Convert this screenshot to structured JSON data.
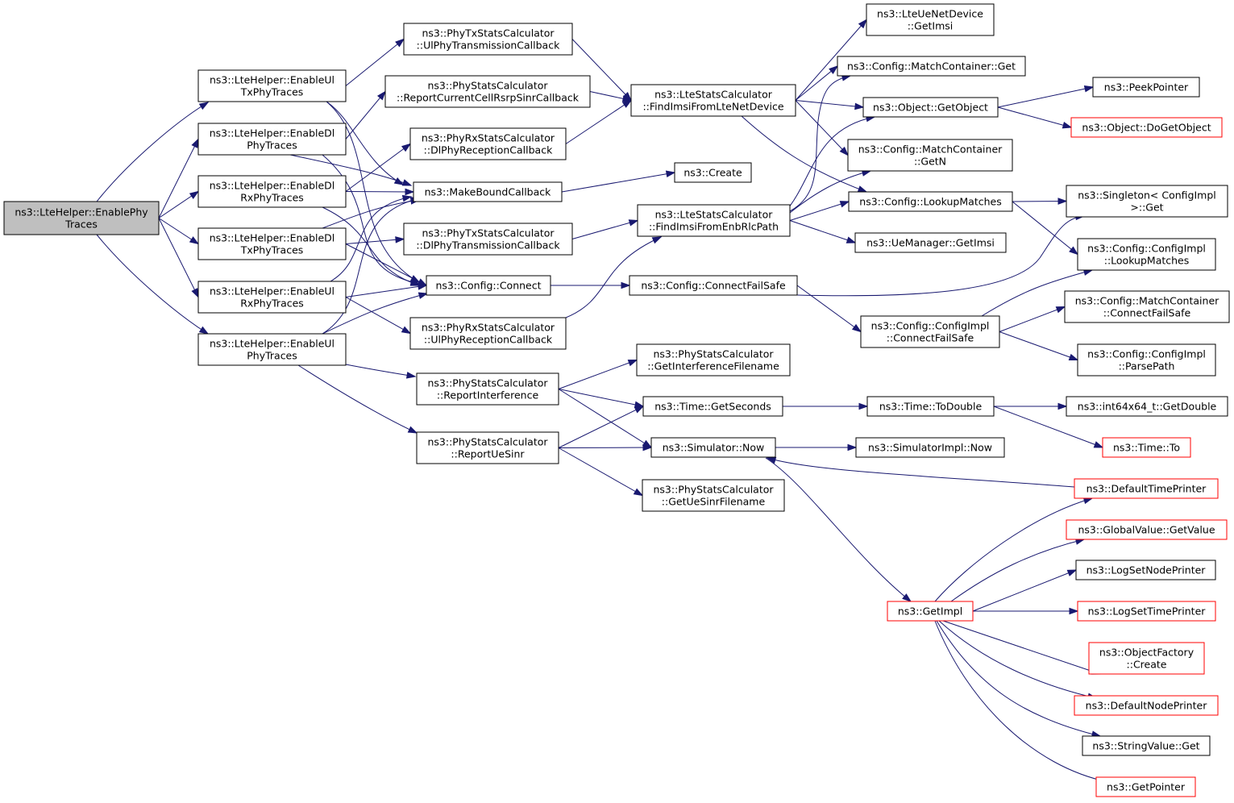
{
  "colors": {
    "edge": "#191970",
    "root_fill": "#bfbfbf",
    "truncated_border": "#ff0000"
  },
  "nodes": [
    {
      "id": "root",
      "lines": [
        "ns3::LteHelper::EnablePhy",
        "Traces"
      ],
      "root": true
    },
    {
      "id": "ulTxPhy",
      "lines": [
        "ns3::LteHelper::EnableUl",
        "TxPhyTraces"
      ]
    },
    {
      "id": "dlPhy",
      "lines": [
        "ns3::LteHelper::EnableDl",
        "PhyTraces"
      ]
    },
    {
      "id": "dlRxPhy",
      "lines": [
        "ns3::LteHelper::EnableDl",
        "RxPhyTraces"
      ]
    },
    {
      "id": "dlTxPhy",
      "lines": [
        "ns3::LteHelper::EnableDl",
        "TxPhyTraces"
      ]
    },
    {
      "id": "ulRxPhy",
      "lines": [
        "ns3::LteHelper::EnableUl",
        "RxPhyTraces"
      ]
    },
    {
      "id": "ulPhy",
      "lines": [
        "ns3::LteHelper::EnableUl",
        "PhyTraces"
      ]
    },
    {
      "id": "ulTxCb",
      "lines": [
        "ns3::PhyTxStatsCalculator",
        "::UlPhyTransmissionCallback"
      ]
    },
    {
      "id": "rsrpCb",
      "lines": [
        "ns3::PhyStatsCalculator",
        "::ReportCurrentCellRsrpSinrCallback"
      ]
    },
    {
      "id": "dlRxCb",
      "lines": [
        "ns3::PhyRxStatsCalculator",
        "::DlPhyReceptionCallback"
      ]
    },
    {
      "id": "makeBound",
      "lines": [
        "ns3::MakeBoundCallback"
      ]
    },
    {
      "id": "dlTxCb",
      "lines": [
        "ns3::PhyTxStatsCalculator",
        "::DlPhyTransmissionCallback"
      ]
    },
    {
      "id": "cfgConnect",
      "lines": [
        "ns3::Config::Connect"
      ]
    },
    {
      "id": "ulRxCb",
      "lines": [
        "ns3::PhyRxStatsCalculator",
        "::UlPhyReceptionCallback"
      ]
    },
    {
      "id": "reportInterf",
      "lines": [
        "ns3::PhyStatsCalculator",
        "::ReportInterference"
      ]
    },
    {
      "id": "reportUeSinr",
      "lines": [
        "ns3::PhyStatsCalculator",
        "::ReportUeSinr"
      ]
    },
    {
      "id": "findImsiLte",
      "lines": [
        "ns3::LteStatsCalculator",
        "::FindImsiFromLteNetDevice"
      ]
    },
    {
      "id": "create",
      "lines": [
        "ns3::Create"
      ]
    },
    {
      "id": "findImsiEnb",
      "lines": [
        "ns3::LteStatsCalculator",
        "::FindImsiFromEnbRlcPath"
      ]
    },
    {
      "id": "connectFailSafe",
      "lines": [
        "ns3::Config::ConnectFailSafe"
      ]
    },
    {
      "id": "getInterfFile",
      "lines": [
        "ns3::PhyStatsCalculator",
        "::GetInterferenceFilename"
      ]
    },
    {
      "id": "getSeconds",
      "lines": [
        "ns3::Time::GetSeconds"
      ]
    },
    {
      "id": "simNow",
      "lines": [
        "ns3::Simulator::Now"
      ]
    },
    {
      "id": "getUeSinrFile",
      "lines": [
        "ns3::PhyStatsCalculator",
        "::GetUeSinrFilename"
      ]
    },
    {
      "id": "lteUeGetImsi",
      "lines": [
        "ns3::LteUeNetDevice",
        "::GetImsi"
      ]
    },
    {
      "id": "mcGet",
      "lines": [
        "ns3::Config::MatchContainer::Get"
      ]
    },
    {
      "id": "getObject",
      "lines": [
        "ns3::Object::GetObject"
      ]
    },
    {
      "id": "mcGetN",
      "lines": [
        "ns3::Config::MatchContainer",
        "::GetN"
      ]
    },
    {
      "id": "lookupMatches",
      "lines": [
        "ns3::Config::LookupMatches"
      ]
    },
    {
      "id": "ueMgrGetImsi",
      "lines": [
        "ns3::UeManager::GetImsi"
      ]
    },
    {
      "id": "implConnectFS",
      "lines": [
        "ns3::Config::ConfigImpl",
        "::ConnectFailSafe"
      ]
    },
    {
      "id": "toDouble",
      "lines": [
        "ns3::Time::ToDouble"
      ]
    },
    {
      "id": "simImplNow",
      "lines": [
        "ns3::SimulatorImpl::Now"
      ]
    },
    {
      "id": "getImpl",
      "lines": [
        "ns3::GetImpl"
      ],
      "truncated": true
    },
    {
      "id": "peekPointer",
      "lines": [
        "ns3::PeekPointer"
      ]
    },
    {
      "id": "doGetObject",
      "lines": [
        "ns3::Object::DoGetObject"
      ],
      "truncated": true
    },
    {
      "id": "singletonGet",
      "lines": [
        "ns3::Singleton< ConfigImpl",
        ">::Get"
      ]
    },
    {
      "id": "implLookup",
      "lines": [
        "ns3::Config::ConfigImpl",
        "::LookupMatches"
      ]
    },
    {
      "id": "mcConnectFS",
      "lines": [
        "ns3::Config::MatchContainer",
        "::ConnectFailSafe"
      ]
    },
    {
      "id": "parsePath",
      "lines": [
        "ns3::Config::ConfigImpl",
        "::ParsePath"
      ]
    },
    {
      "id": "getDouble",
      "lines": [
        "ns3::int64x64_t::GetDouble"
      ]
    },
    {
      "id": "timeTo",
      "lines": [
        "ns3::Time::To"
      ],
      "truncated": true
    },
    {
      "id": "defTimePrinter",
      "lines": [
        "ns3::DefaultTimePrinter"
      ],
      "truncated": true
    },
    {
      "id": "gvGetValue",
      "lines": [
        "ns3::GlobalValue::GetValue"
      ],
      "truncated": true
    },
    {
      "id": "logNodePrinter",
      "lines": [
        "ns3::LogSetNodePrinter"
      ]
    },
    {
      "id": "logTimePrinter",
      "lines": [
        "ns3::LogSetTimePrinter"
      ],
      "truncated": true
    },
    {
      "id": "objFactCreate",
      "lines": [
        "ns3::ObjectFactory",
        "::Create"
      ],
      "truncated": true
    },
    {
      "id": "defNodePrinter",
      "lines": [
        "ns3::DefaultNodePrinter"
      ],
      "truncated": true
    },
    {
      "id": "strValGet",
      "lines": [
        "ns3::StringValue::Get"
      ]
    },
    {
      "id": "getPointer",
      "lines": [
        "ns3::GetPointer"
      ],
      "truncated": true
    }
  ],
  "edges": [
    [
      "root",
      "ulTxPhy"
    ],
    [
      "root",
      "dlPhy"
    ],
    [
      "root",
      "dlRxPhy"
    ],
    [
      "root",
      "dlTxPhy"
    ],
    [
      "root",
      "ulRxPhy"
    ],
    [
      "root",
      "ulPhy"
    ],
    [
      "ulTxPhy",
      "ulTxCb"
    ],
    [
      "ulTxPhy",
      "makeBound"
    ],
    [
      "ulTxPhy",
      "cfgConnect"
    ],
    [
      "dlPhy",
      "rsrpCb"
    ],
    [
      "dlPhy",
      "makeBound"
    ],
    [
      "dlPhy",
      "cfgConnect"
    ],
    [
      "dlRxPhy",
      "dlRxCb"
    ],
    [
      "dlRxPhy",
      "makeBound"
    ],
    [
      "dlRxPhy",
      "cfgConnect"
    ],
    [
      "dlTxPhy",
      "dlTxCb"
    ],
    [
      "dlTxPhy",
      "makeBound"
    ],
    [
      "dlTxPhy",
      "cfgConnect"
    ],
    [
      "ulRxPhy",
      "ulRxCb"
    ],
    [
      "ulRxPhy",
      "makeBound"
    ],
    [
      "ulRxPhy",
      "cfgConnect"
    ],
    [
      "ulPhy",
      "reportInterf"
    ],
    [
      "ulPhy",
      "reportUeSinr"
    ],
    [
      "ulPhy",
      "makeBound"
    ],
    [
      "ulPhy",
      "cfgConnect"
    ],
    [
      "ulTxCb",
      "findImsiLte"
    ],
    [
      "rsrpCb",
      "findImsiLte"
    ],
    [
      "dlRxCb",
      "findImsiLte"
    ],
    [
      "dlTxCb",
      "findImsiEnb"
    ],
    [
      "ulRxCb",
      "findImsiEnb"
    ],
    [
      "makeBound",
      "create"
    ],
    [
      "cfgConnect",
      "connectFailSafe"
    ],
    [
      "reportInterf",
      "getInterfFile"
    ],
    [
      "reportInterf",
      "getSeconds"
    ],
    [
      "reportInterf",
      "simNow"
    ],
    [
      "reportUeSinr",
      "getSeconds"
    ],
    [
      "reportUeSinr",
      "simNow"
    ],
    [
      "reportUeSinr",
      "getUeSinrFile"
    ],
    [
      "findImsiLte",
      "lteUeGetImsi"
    ],
    [
      "findImsiLte",
      "mcGet"
    ],
    [
      "findImsiLte",
      "getObject"
    ],
    [
      "findImsiLte",
      "mcGetN"
    ],
    [
      "findImsiLte",
      "lookupMatches"
    ],
    [
      "findImsiEnb",
      "mcGet"
    ],
    [
      "findImsiEnb",
      "getObject"
    ],
    [
      "findImsiEnb",
      "mcGetN"
    ],
    [
      "findImsiEnb",
      "lookupMatches"
    ],
    [
      "findImsiEnb",
      "ueMgrGetImsi"
    ],
    [
      "connectFailSafe",
      "singletonGet"
    ],
    [
      "connectFailSafe",
      "implConnectFS"
    ],
    [
      "getSeconds",
      "toDouble"
    ],
    [
      "simNow",
      "simImplNow"
    ],
    [
      "simNow",
      "getImpl"
    ],
    [
      "getObject",
      "peekPointer"
    ],
    [
      "getObject",
      "doGetObject"
    ],
    [
      "lookupMatches",
      "singletonGet"
    ],
    [
      "lookupMatches",
      "implLookup"
    ],
    [
      "implConnectFS",
      "implLookup"
    ],
    [
      "implConnectFS",
      "mcConnectFS"
    ],
    [
      "implConnectFS",
      "parsePath"
    ],
    [
      "toDouble",
      "getDouble"
    ],
    [
      "toDouble",
      "timeTo"
    ],
    [
      "defTimePrinter",
      "simNow"
    ],
    [
      "getImpl",
      "defTimePrinter"
    ],
    [
      "getImpl",
      "gvGetValue"
    ],
    [
      "getImpl",
      "logNodePrinter"
    ],
    [
      "getImpl",
      "logTimePrinter"
    ],
    [
      "getImpl",
      "objFactCreate"
    ],
    [
      "getImpl",
      "defNodePrinter"
    ],
    [
      "getImpl",
      "strValGet"
    ],
    [
      "getImpl",
      "getPointer"
    ]
  ]
}
